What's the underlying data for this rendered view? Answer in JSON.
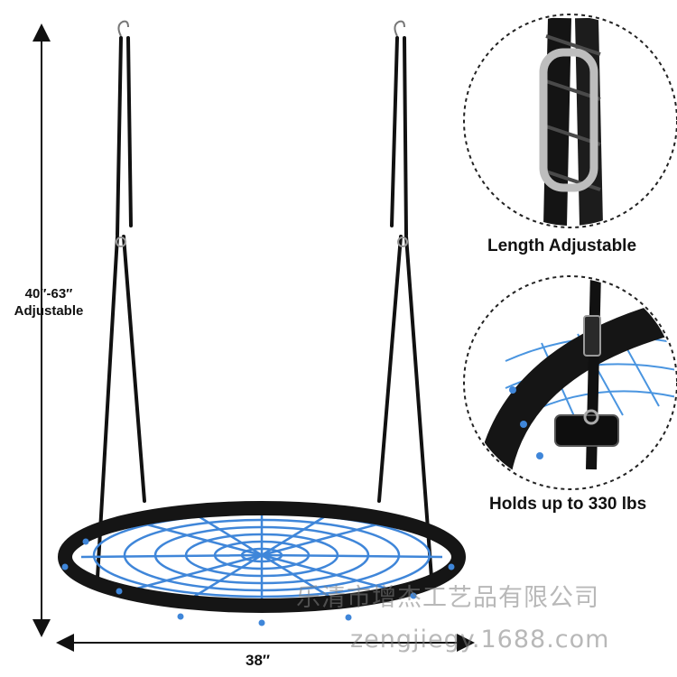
{
  "dimensions": {
    "height_line1": "40″-63″",
    "height_line2": "Adjustable",
    "width": "38″"
  },
  "callouts": {
    "adjustable": "Length Adjustable",
    "capacity": "Holds up to 330 lbs"
  },
  "watermark": {
    "company": "乐清市增杰工艺品有限公司",
    "url": "zengjiegy.1688.com"
  },
  "colors": {
    "rope": "#111111",
    "net": "#3f86d9",
    "frame": "#151515",
    "callout_border": "#222222"
  }
}
